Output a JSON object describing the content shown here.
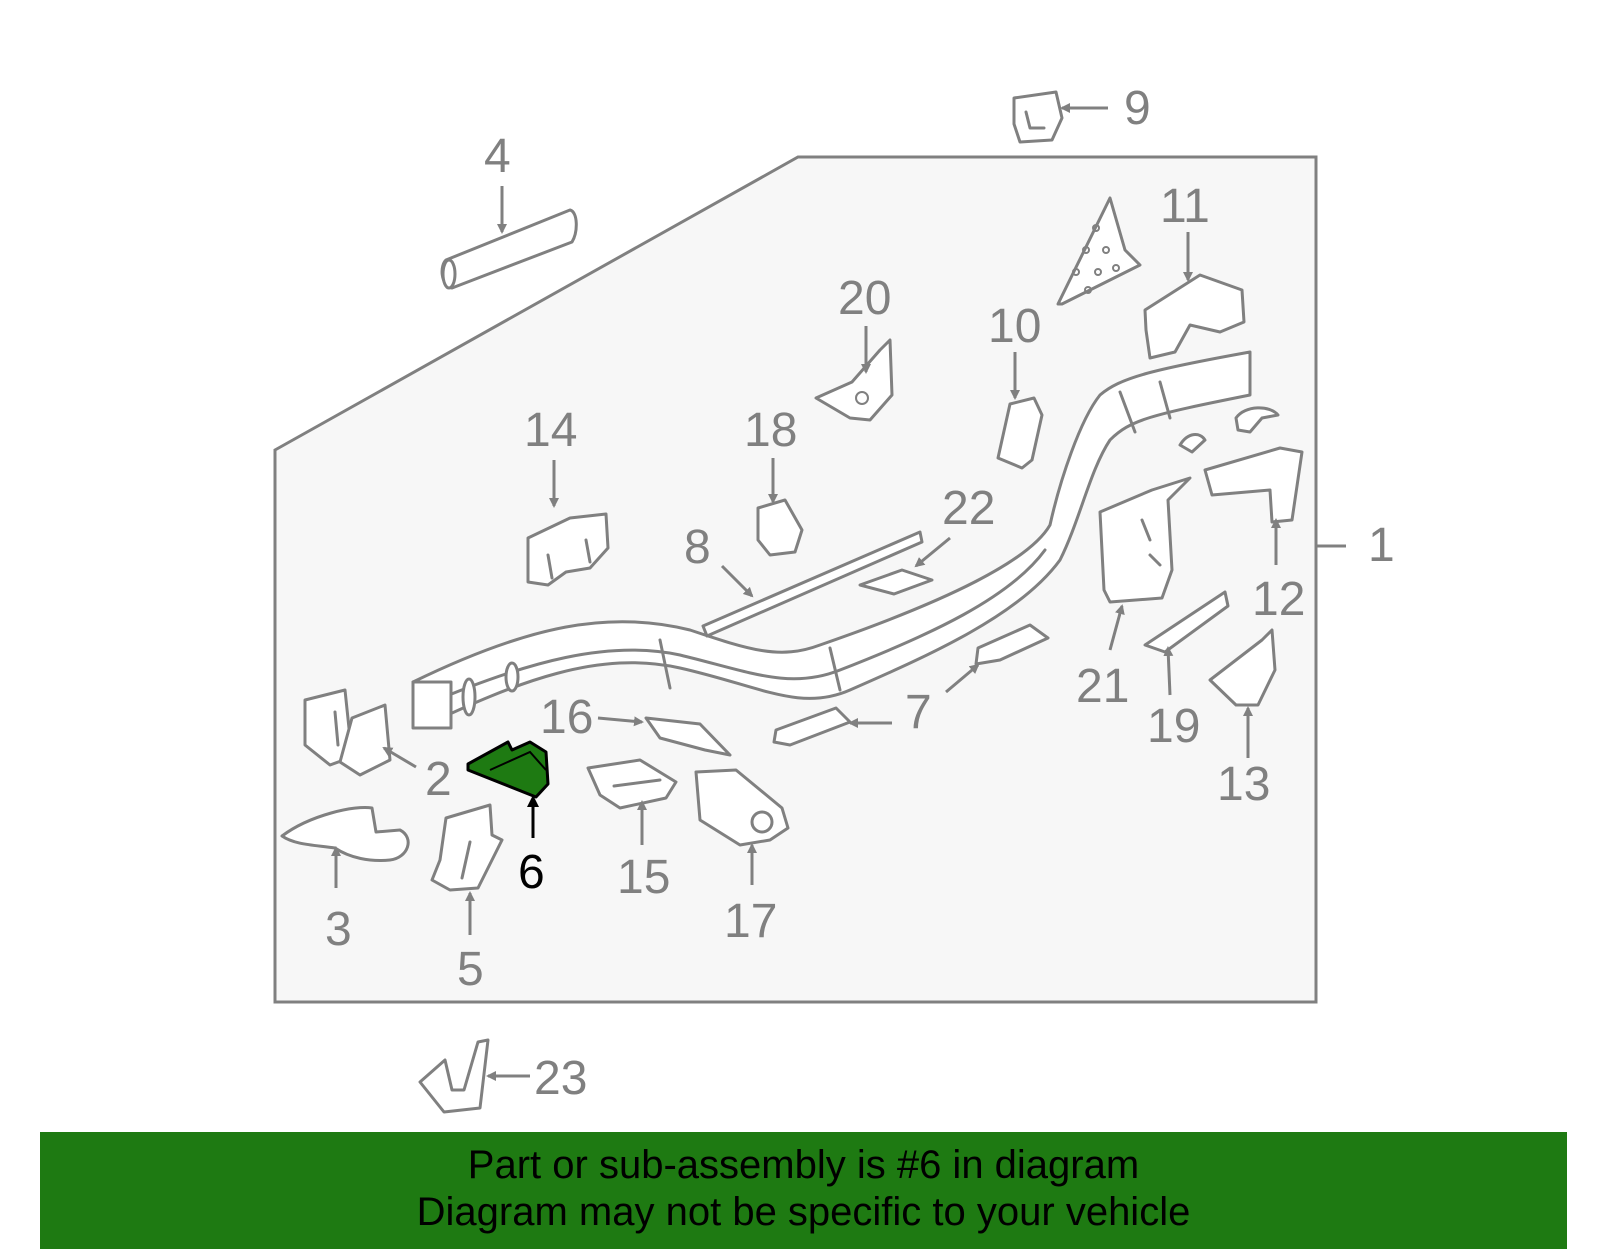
{
  "highlight_color": "#1e7a12",
  "line_color": "#808080",
  "callouts": {
    "c1": "1",
    "c2": "2",
    "c3": "3",
    "c4": "4",
    "c5": "5",
    "c6": "6",
    "c7": "7",
    "c8": "8",
    "c9": "9",
    "c10": "10",
    "c11": "11",
    "c12": "12",
    "c13": "13",
    "c14": "14",
    "c15": "15",
    "c16": "16",
    "c17": "17",
    "c18": "18",
    "c19": "19",
    "c20": "20",
    "c21": "21",
    "c22": "22",
    "c23": "23"
  },
  "banner": {
    "line1": "Part or sub-assembly is #6 in diagram",
    "line2": "Diagram may not be specific to your vehicle"
  }
}
